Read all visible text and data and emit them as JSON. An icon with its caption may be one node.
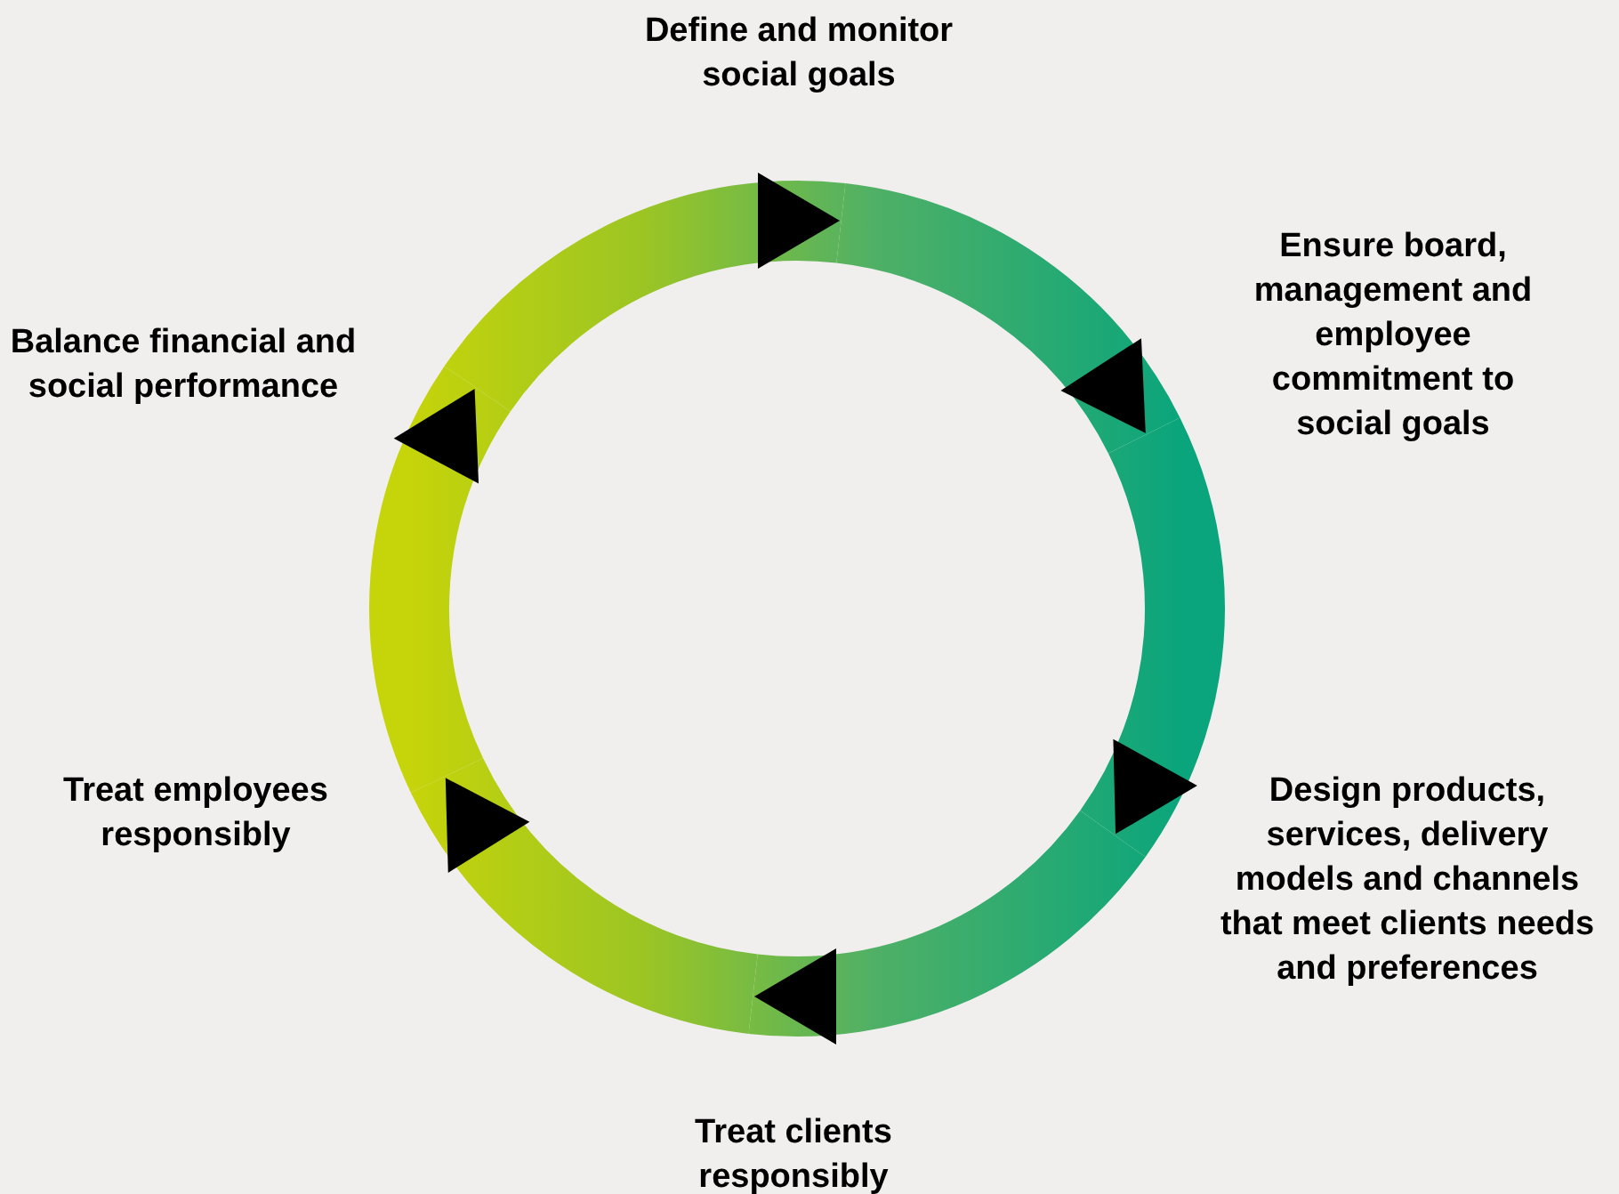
{
  "diagram": {
    "nodes": [
      {
        "text": [
          "Define and monitor social goals"
        ]
      },
      {
        "text": [
          "Ensure board, management and employee commitment to social goals"
        ]
      },
      {
        "text": [
          "Design products, services, delivery models and channels that meet clients needs and preferences"
        ]
      },
      {
        "text": [
          "Treat clients responsibly"
        ]
      },
      {
        "text": [
          "Treat employees responsibly"
        ]
      },
      {
        "text": [
          "Balance financial and social performance"
        ]
      }
    ],
    "edges": [
      {
        "from": 5,
        "to": 0,
        "arrow": "to"
      },
      {
        "from": 0,
        "to": 1,
        "arrow": "to"
      },
      {
        "from": 1,
        "to": 2,
        "arrow": "to"
      },
      {
        "from": 2,
        "to": 3,
        "arrow": "to"
      },
      {
        "from": 3,
        "to": 4,
        "arrow": "to"
      },
      {
        "from": 4,
        "to": 5,
        "arrow": "to"
      }
    ]
  }
}
